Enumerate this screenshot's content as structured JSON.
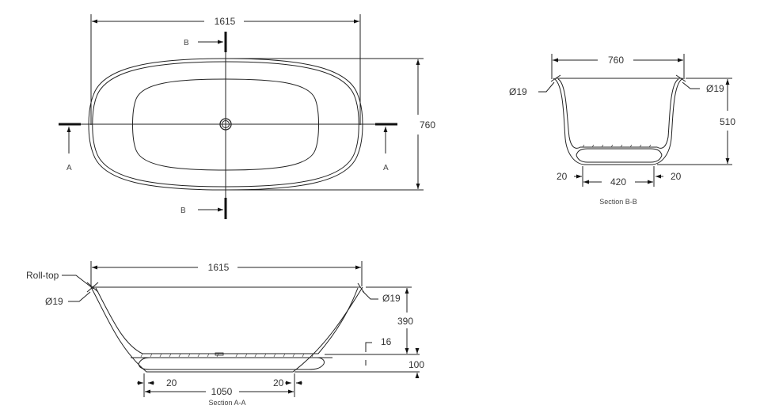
{
  "drawing": {
    "plan_view": {
      "overall_length": "1615",
      "overall_width": "760",
      "section_marker_b_top": "B",
      "section_marker_b_bottom": "B",
      "section_marker_a_left": "A",
      "section_marker_a_right": "A"
    },
    "section_bb": {
      "title": "Section B-B",
      "top_width": "760",
      "height": "510",
      "roll_left": "Ø19",
      "roll_right": "Ø19",
      "base_width": "420",
      "base_offset_left": "20",
      "base_offset_right": "20"
    },
    "section_aa": {
      "title": "Section A-A",
      "top_length": "1615",
      "roll_top_label": "Roll-top",
      "roll_left": "Ø19",
      "roll_right": "Ø19",
      "inner_depth": "390",
      "floor_thickness": "16",
      "base_height": "100",
      "base_length": "1050",
      "base_offset_left": "20",
      "base_offset_right": "20"
    }
  }
}
